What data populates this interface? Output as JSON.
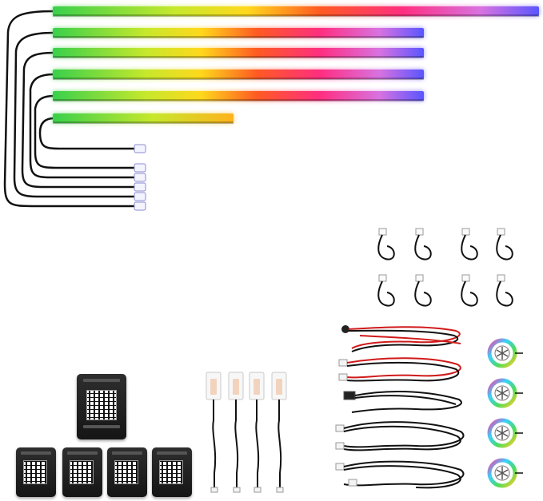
{
  "product": {
    "description": "",
    "colors": {
      "spectrum": [
        "#3bd24a",
        "#f7e21c",
        "#ff6a1a",
        "#ff2e7a",
        "#e25ad8",
        "#6a5cff"
      ],
      "cable": "#111111",
      "module_body": "#1e1e1e",
      "wire_red": "#d01a1a",
      "connector_white": "#f4f4f4"
    },
    "led_strips": [
      {
        "name": "strip-1",
        "length_fraction": 1.0
      },
      {
        "name": "strip-2",
        "length_fraction": 0.77
      },
      {
        "name": "strip-3",
        "length_fraction": 0.77
      },
      {
        "name": "strip-4",
        "length_fraction": 0.77
      },
      {
        "name": "strip-5",
        "length_fraction": 0.77
      },
      {
        "name": "strip-6",
        "length_fraction": 0.37
      }
    ],
    "modules": {
      "large_count": 1,
      "small_count": 4
    },
    "led_tabs": {
      "count": 4
    },
    "small_connector_cables": {
      "count": 8
    },
    "harness_bundles": {
      "count": 5
    },
    "rgb_rings": {
      "count": 4
    }
  }
}
